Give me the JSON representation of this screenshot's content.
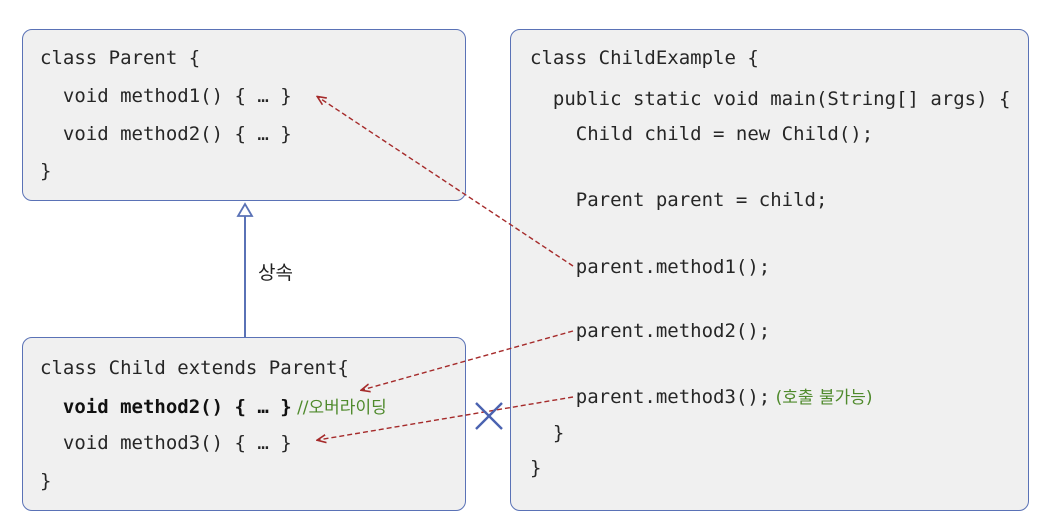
{
  "parent_class": {
    "lines": [
      "class Parent {",
      "  void method1() { … }",
      "  void method2() { … }",
      "}"
    ]
  },
  "child_class": {
    "line1": "class Child extends Parent{",
    "override_code": "  void method2() { … }",
    "override_comment": " //오버라이딩",
    "line3": "  void method3() { … }",
    "line4": "}"
  },
  "main_class": {
    "lines": [
      "class ChildExample {",
      "  public static void main(String[] args) {",
      "    Child child = new Child();",
      "    Parent parent = child;",
      "    parent.method1();",
      "    parent.method2();",
      "    parent.method3();",
      "  }",
      "}"
    ],
    "method3_note": " (호출 불가능)"
  },
  "inheritance_label": "상속",
  "colors": {
    "box_border": "#5a72b6",
    "box_fill": "#f0f0f0",
    "arrow": "#a52a2a",
    "comment_green": "#4f8a2c"
  }
}
